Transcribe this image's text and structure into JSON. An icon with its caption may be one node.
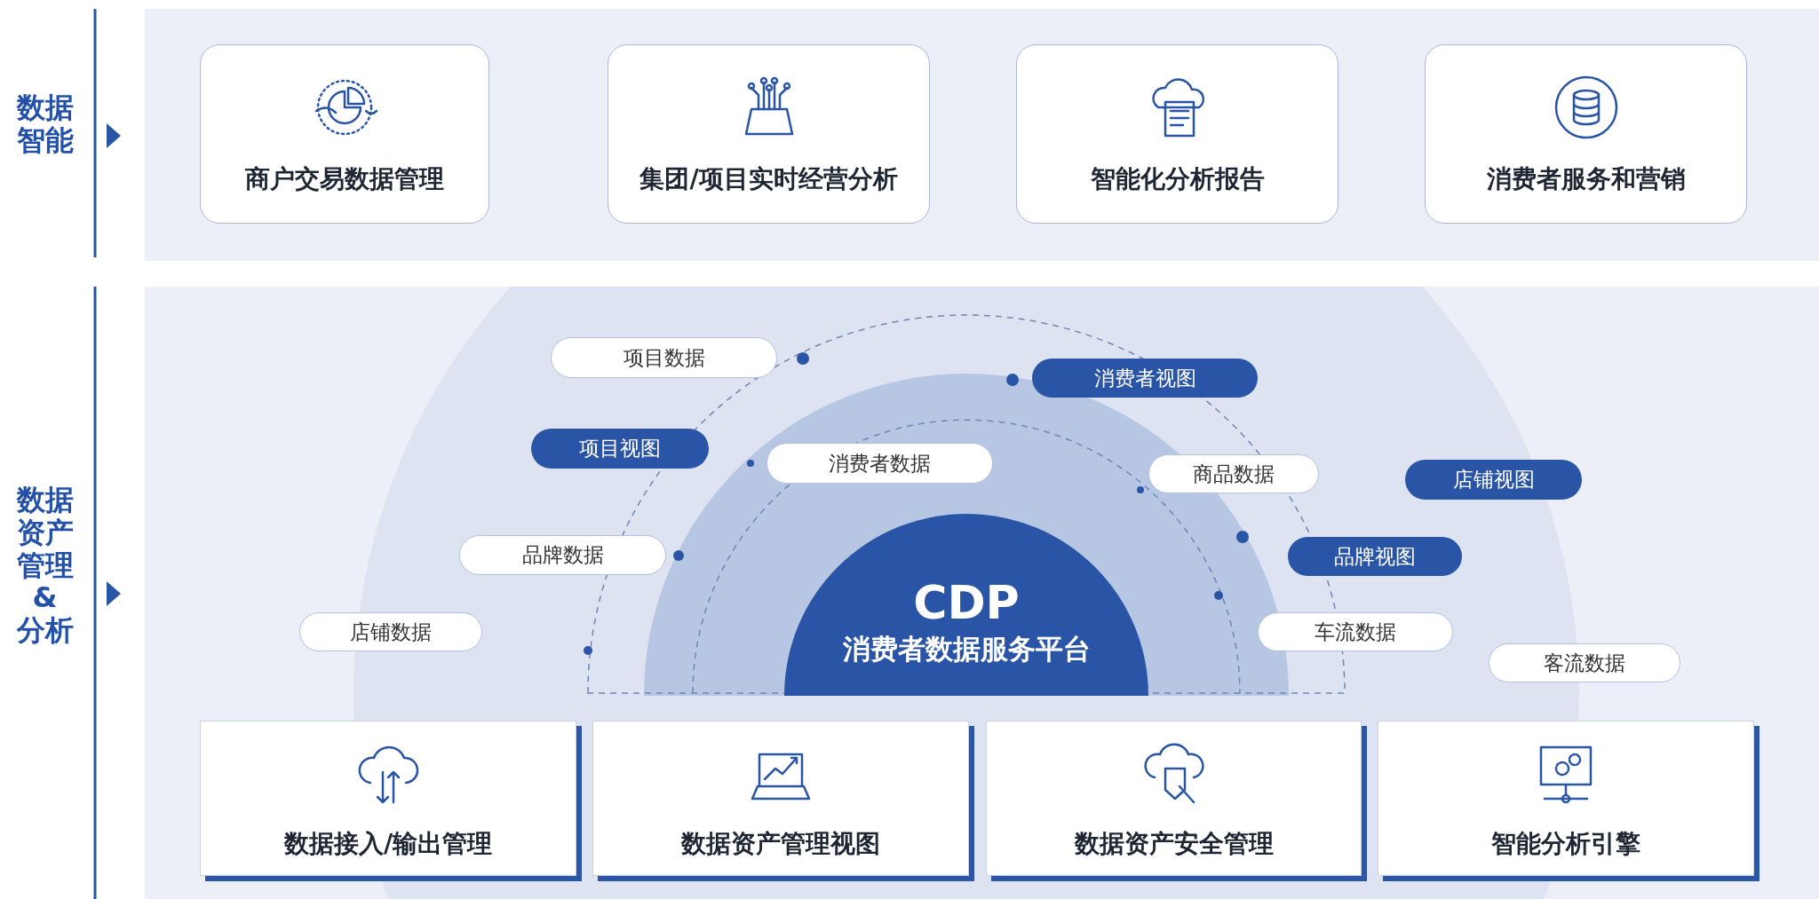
{
  "diagram": {
    "nodes": [
      {
        "text": [
          "商户交易数据管理"
        ]
      },
      {
        "text": [
          "集团/项目实时经营分析"
        ]
      },
      {
        "text": [
          "智能化分析报告"
        ]
      },
      {
        "text": [
          "消费者服务和营销"
        ]
      },
      {
        "text": [
          "项目数据"
        ]
      },
      {
        "text": [
          "消费者视图"
        ]
      },
      {
        "text": [
          "项目视图"
        ]
      },
      {
        "text": [
          "消费者数据"
        ]
      },
      {
        "text": [
          "商品数据"
        ]
      },
      {
        "text": [
          "店铺视图"
        ]
      },
      {
        "text": [
          "品牌数据"
        ]
      },
      {
        "text": [
          "品牌视图"
        ]
      },
      {
        "text": [
          "店铺数据"
        ]
      },
      {
        "text": [
          "车流数据"
        ]
      },
      {
        "text": [
          "客流数据"
        ]
      },
      {
        "text": [
          "CDP",
          "消费者数据服务平台"
        ]
      },
      {
        "text": [
          "数据接入/输出管理"
        ]
      },
      {
        "text": [
          "数据资产管理视图"
        ]
      },
      {
        "text": [
          "数据资产安全管理"
        ]
      },
      {
        "text": [
          "智能分析引擎"
        ]
      }
    ],
    "labels": [
      "数据智能",
      "数据资产管理&分析"
    ]
  }
}
